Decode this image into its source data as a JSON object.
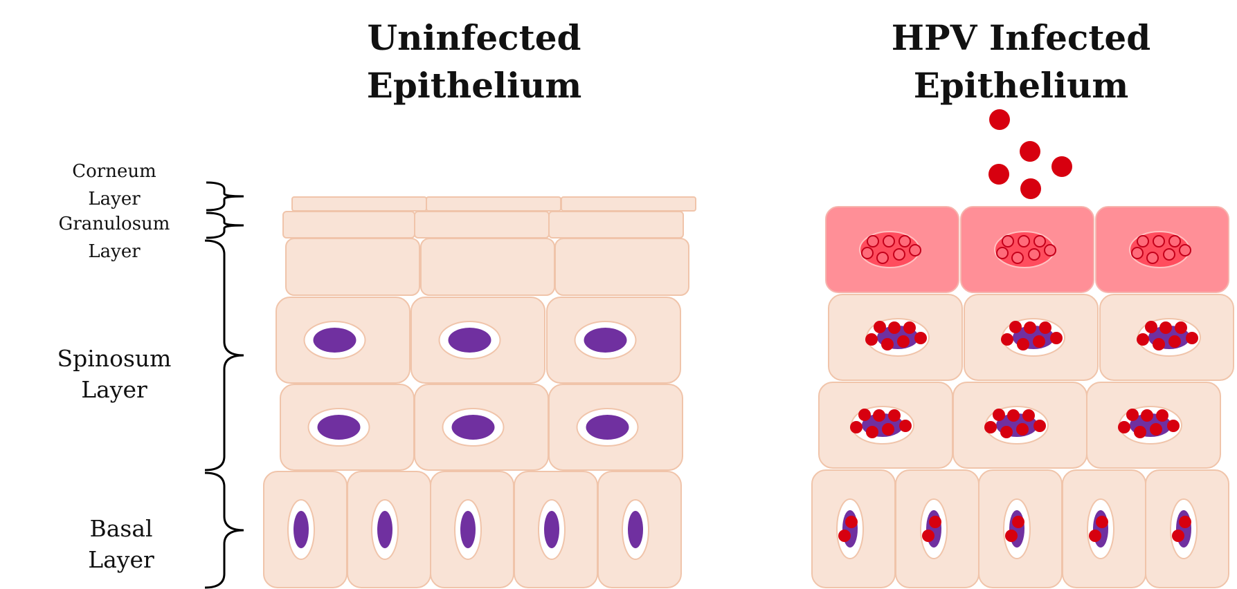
{
  "titles": {
    "uninfected_line1": "Uninfected",
    "uninfected_line2": "Epithelium",
    "infected_line1": "HPV Infected",
    "infected_line2": "Epithelium"
  },
  "layers": {
    "corneum_line1": "Corneum",
    "corneum_line2": "Layer",
    "granulosum_line1": "Granulosum",
    "granulosum_line2": "Layer",
    "spinosum_line1": "Spinosum",
    "spinosum_line2": "Layer",
    "basal": "Basal Layer"
  },
  "colors": {
    "cell_fill": "#f9e3d6",
    "cell_stroke": "#f0c4aa",
    "nucleus": "#7030a0",
    "virus": "#d7000f",
    "infected_cell_fill": "#ff8f97",
    "infected_halo": "#ff4d5e"
  }
}
